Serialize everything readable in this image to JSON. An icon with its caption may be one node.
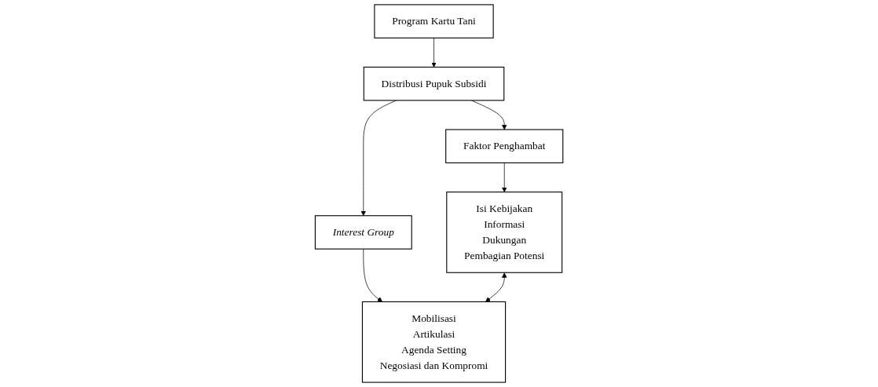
{
  "diagram": {
    "nodes": [
      {
        "text": [
          "Program Kartu Tani"
        ]
      },
      {
        "text": [
          "Distribusi Pupuk Subsidi"
        ]
      },
      {
        "text": [
          "Faktor Penghambat"
        ]
      },
      {
        "text": [
          "Interest Group"
        ]
      },
      {
        "text": [
          "Isi Kebijakan",
          "Informasi",
          "Dukungan",
          "Pembagian Potensi"
        ]
      },
      {
        "text": [
          "Mobilisasi",
          "Artikulasi",
          "Agenda Setting",
          "Negosiasi dan Kompromi"
        ]
      }
    ],
    "edges": [
      {
        "from": 0,
        "to": 1,
        "arrow": "to"
      },
      {
        "from": 1,
        "to": 2,
        "arrow": "to"
      },
      {
        "from": 1,
        "to": 3,
        "arrow": "to"
      },
      {
        "from": 2,
        "to": 4,
        "arrow": "to"
      },
      {
        "from": 3,
        "to": 5,
        "arrow": "to"
      },
      {
        "from": 4,
        "to": 5,
        "arrow": "both"
      }
    ]
  }
}
